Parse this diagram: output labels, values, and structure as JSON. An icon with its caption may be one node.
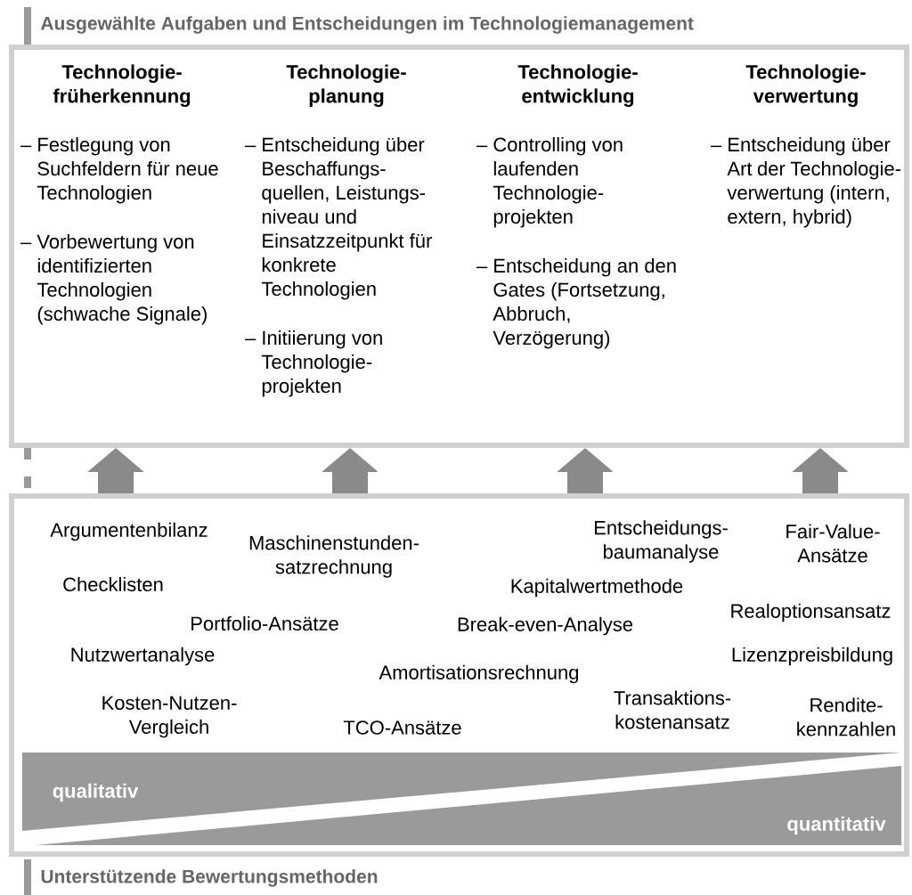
{
  "diagram": {
    "nodes": [
      {
        "text": [
          "Ausgewählte Aufgaben und Entscheidungen im Technologiemanagement"
        ]
      },
      {
        "text": [
          "Technologie- früherkennung",
          "– Festlegung von Suchfeldern für neue Technologien",
          "– Vorbewertung von identifizierten Technologien (schwache Signale)"
        ],
        "in": 0
      },
      {
        "text": [
          "Technologie- planung",
          "– Entscheidung über Beschaffungs- quellen, Leistungs- niveau und Einsatzzeitpunkt für konkrete Technologien",
          "– Initiierung von Technologie- projekten"
        ],
        "in": 0
      },
      {
        "text": [
          "Technologie- entwicklung",
          "– Controlling von laufenden Technologie- projekten",
          "– Entscheidung an den Gates (Fortsetzung, Abbruch, Verzögerung)"
        ],
        "in": 0
      },
      {
        "text": [
          "Technologie- verwertung",
          "– Entscheidung über Art der Technologie- verwertung (intern, extern, hybrid)"
        ],
        "in": 0
      },
      {
        "text": [
          "Unterstützende Bewertungsmethoden"
        ]
      },
      {
        "text": [
          "qualitativ"
        ],
        "in": 5
      },
      {
        "text": [
          "quantitativ"
        ],
        "in": 5
      }
    ],
    "edges": [
      {
        "from": 5,
        "to": 0,
        "arrow": "to"
      },
      {
        "from": 5,
        "to": 0,
        "arrow": "to"
      },
      {
        "from": 5,
        "to": 0,
        "arrow": "to"
      },
      {
        "from": 5,
        "to": 0,
        "arrow": "to"
      },
      {
        "from": 0,
        "to": 5,
        "arrow": "none",
        "style": "dashed",
        "color": "#999999"
      }
    ],
    "labels": [
      "Argumentenbilanz",
      "Entscheidungs- baumanalyse",
      "Fair-Value- Ansätze",
      "Maschinenstunden- satzrechnung",
      "Checklisten",
      "Kapitalwertmethode",
      "Realoptionsansatz",
      "Portfolio-Ansätze",
      "Break-even-Analyse",
      "Nutzwertanalyse",
      "Lizenzpreisbildung",
      "Amortisationsrechnung",
      "Transaktions- kostenansatz",
      "Kosten-Nutzen- Vergleich",
      "Rendite- kennzahlen",
      "TCO-Ansätze"
    ]
  }
}
